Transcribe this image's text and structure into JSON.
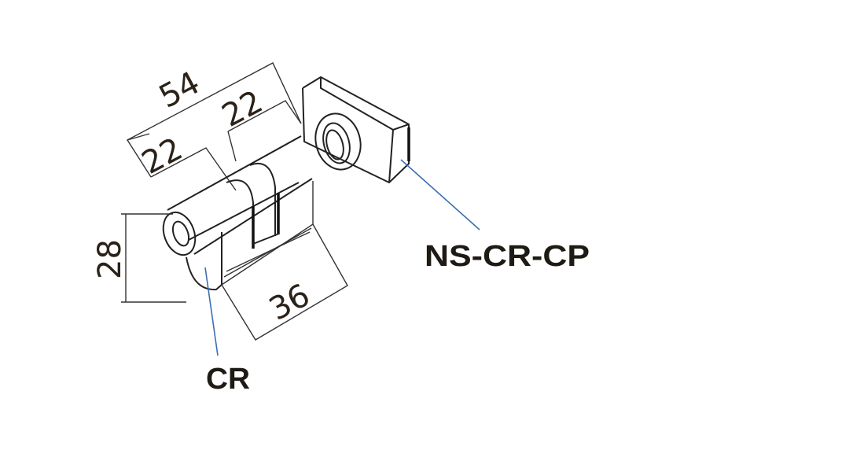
{
  "dimensions": {
    "overall_length": "54",
    "left_length": "22",
    "right_length": "22",
    "height": "28",
    "cam_length": "36"
  },
  "labels": {
    "cylinder": "CR",
    "thumb_turn": "NS-CR-CP"
  },
  "colors": {
    "leader_line": "#3a6fb0",
    "text": "#1e1a14"
  }
}
